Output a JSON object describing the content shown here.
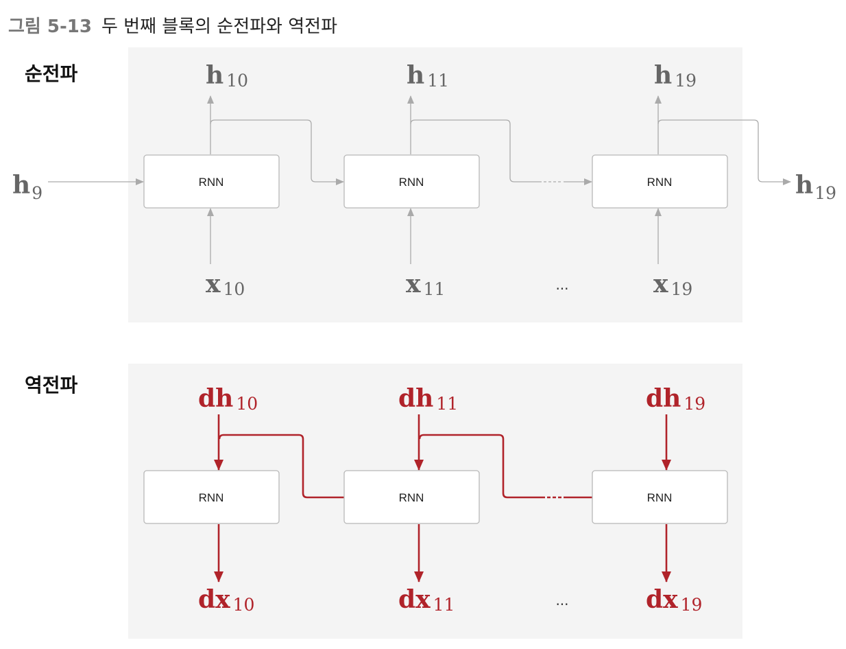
{
  "caption": {
    "number": "그림 5-13",
    "title": "두 번째 블록의 순전파와 역전파"
  },
  "sections": {
    "forward": "순전파",
    "backward": "역전파"
  },
  "rnn_label": "RNN",
  "ellipsis": "...",
  "forward": {
    "h_in": {
      "sym": "h",
      "sub": "9"
    },
    "h_out": {
      "sym": "h",
      "sub": "19"
    },
    "outputs": [
      {
        "sym": "h",
        "sub": "10"
      },
      {
        "sym": "h",
        "sub": "11"
      },
      {
        "sym": "h",
        "sub": "19"
      }
    ],
    "inputs": [
      {
        "sym": "x",
        "sub": "10"
      },
      {
        "sym": "x",
        "sub": "11"
      },
      {
        "sym": "x",
        "sub": "19"
      }
    ]
  },
  "backward": {
    "grads_in": [
      {
        "sym": "dh",
        "sub": "10"
      },
      {
        "sym": "dh",
        "sub": "11"
      },
      {
        "sym": "dh",
        "sub": "19"
      }
    ],
    "grads_out": [
      {
        "sym": "dx",
        "sub": "10"
      },
      {
        "sym": "dx",
        "sub": "11"
      },
      {
        "sym": "dx",
        "sub": "19"
      }
    ]
  },
  "colors": {
    "forward": "#aaaaaa",
    "backward": "#b0232a",
    "panel": "#f4f4f4"
  }
}
